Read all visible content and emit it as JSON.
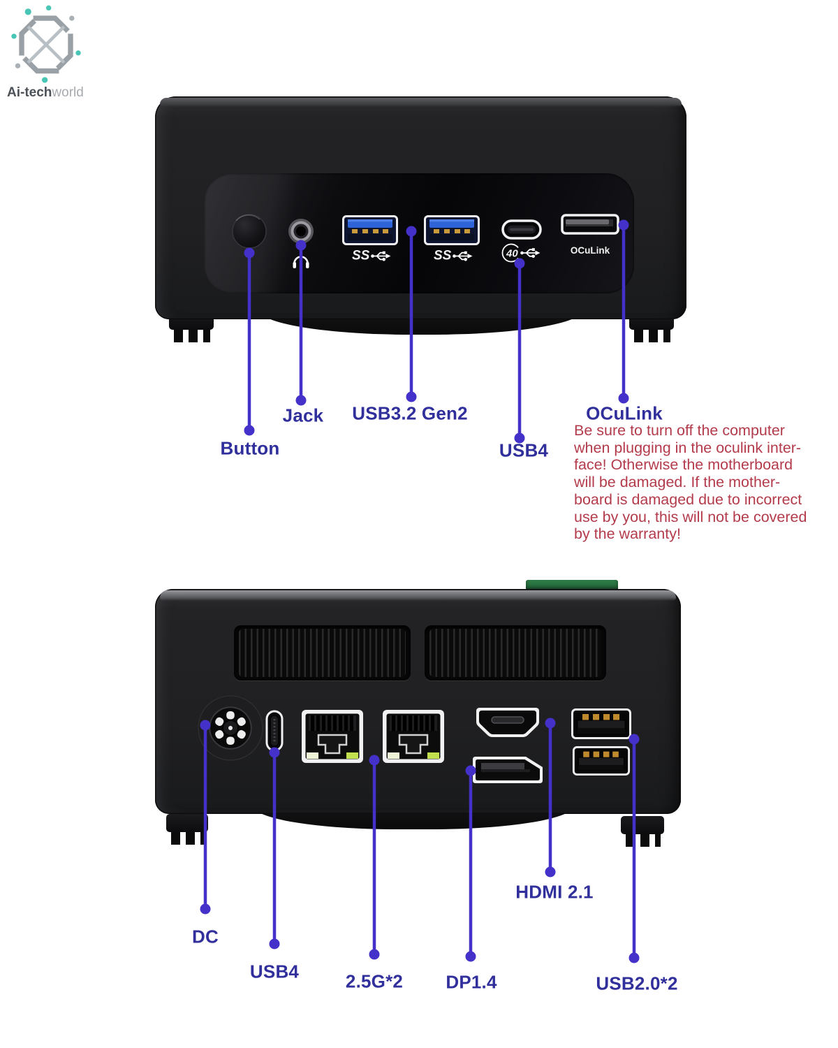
{
  "logo": {
    "brand_bold": "Ai-tech",
    "brand_light": "world"
  },
  "front_view": {
    "device_glyphs": {
      "usb3_badge": "SS",
      "usb4_badge": "40",
      "oculink_port_label": "OCuLink"
    },
    "labels": {
      "button": "Button",
      "jack": "Jack",
      "usb32": "USB3.2 Gen2",
      "usb4": "USB4",
      "oculink": "OCuLink"
    },
    "warning_lines": [
      "Be sure to turn off the computer",
      "when plugging in the oculink inter-",
      "face! Otherwise the motherboard",
      "will be damaged. If the mother-",
      "board is damaged due to incorrect",
      "use by you, this will not be covered",
      "by the warranty!"
    ]
  },
  "back_view": {
    "labels": {
      "dc": "DC",
      "usb4": "USB4",
      "lan": "2.5G*2",
      "dp": "DP1.4",
      "hdmi": "HDMI 2.1",
      "usb2": "USB2.0*2"
    }
  },
  "colors": {
    "leader_line": "#4431c9",
    "label_blue": "#302f9c",
    "warning_red": "#b33b4b",
    "accent_teal": "#49c5b6",
    "tab_green": "#27713f"
  }
}
